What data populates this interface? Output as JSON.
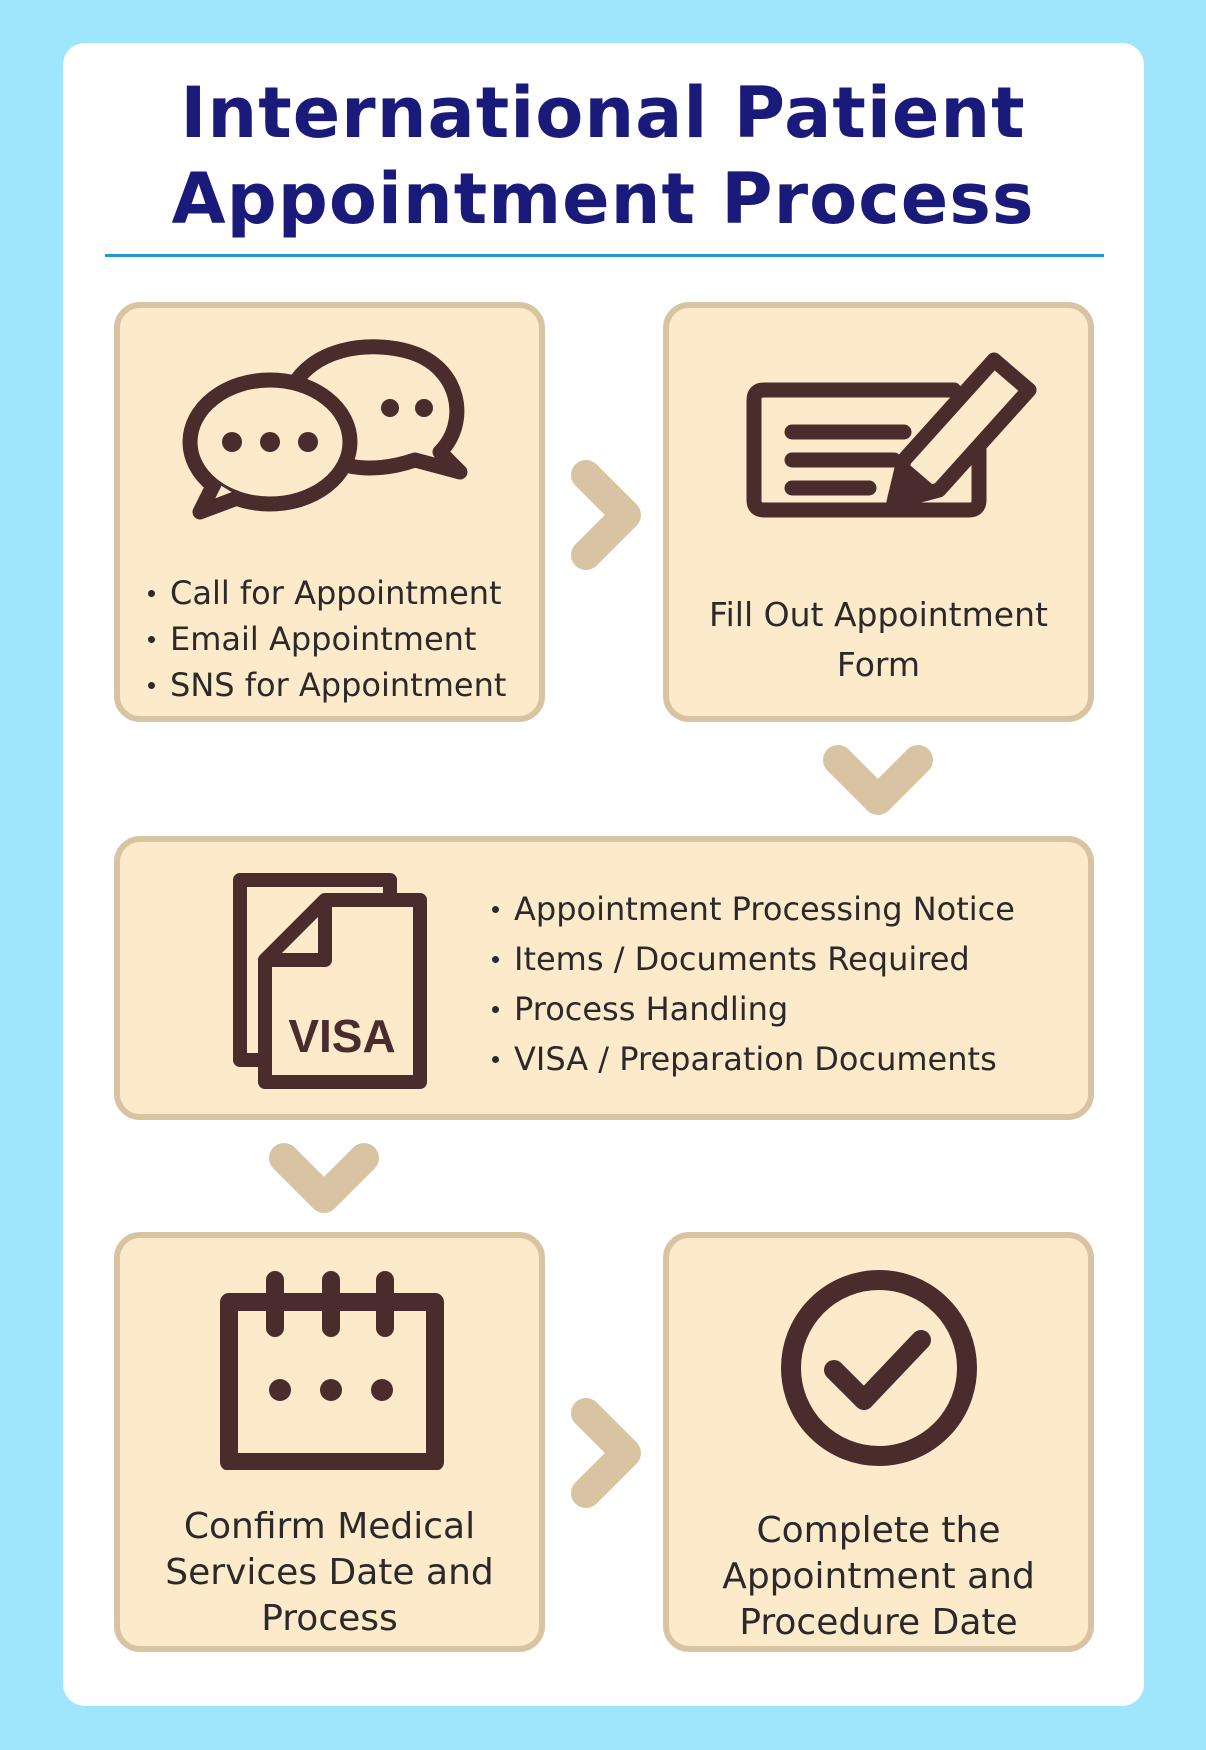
{
  "title": {
    "line1": "International Patient",
    "line2": "Appointment Process"
  },
  "steps": [
    {
      "icon": "chat-bubbles-icon",
      "bullets": [
        "Call for Appointment",
        "Email Appointment",
        "SNS for Appointment"
      ]
    },
    {
      "icon": "form-pencil-icon",
      "caption_line1": "Fill Out Appointment",
      "caption_line2": "Form"
    },
    {
      "icon": "visa-document-icon",
      "icon_text": "VISA",
      "bullets": [
        "Appointment Processing Notice",
        "Items / Documents Required",
        "Process Handling",
        "VISA / Preparation Documents"
      ]
    },
    {
      "icon": "calendar-icon",
      "caption_line1": "Confirm Medical",
      "caption_line2": "Services Date and",
      "caption_line3": "Process"
    },
    {
      "icon": "check-circle-icon",
      "caption_line1": "Complete the",
      "caption_line2": "Appointment and",
      "caption_line3": "Procedure Date"
    }
  ],
  "colors": {
    "background": "#9fe5fb",
    "title": "#1a1a7a",
    "rule": "#1e9ad6",
    "box_fill": "#fdeacb",
    "box_border": "#d8c4a2",
    "icon": "#4a2c2c",
    "arrow": "#d8c4a2"
  }
}
